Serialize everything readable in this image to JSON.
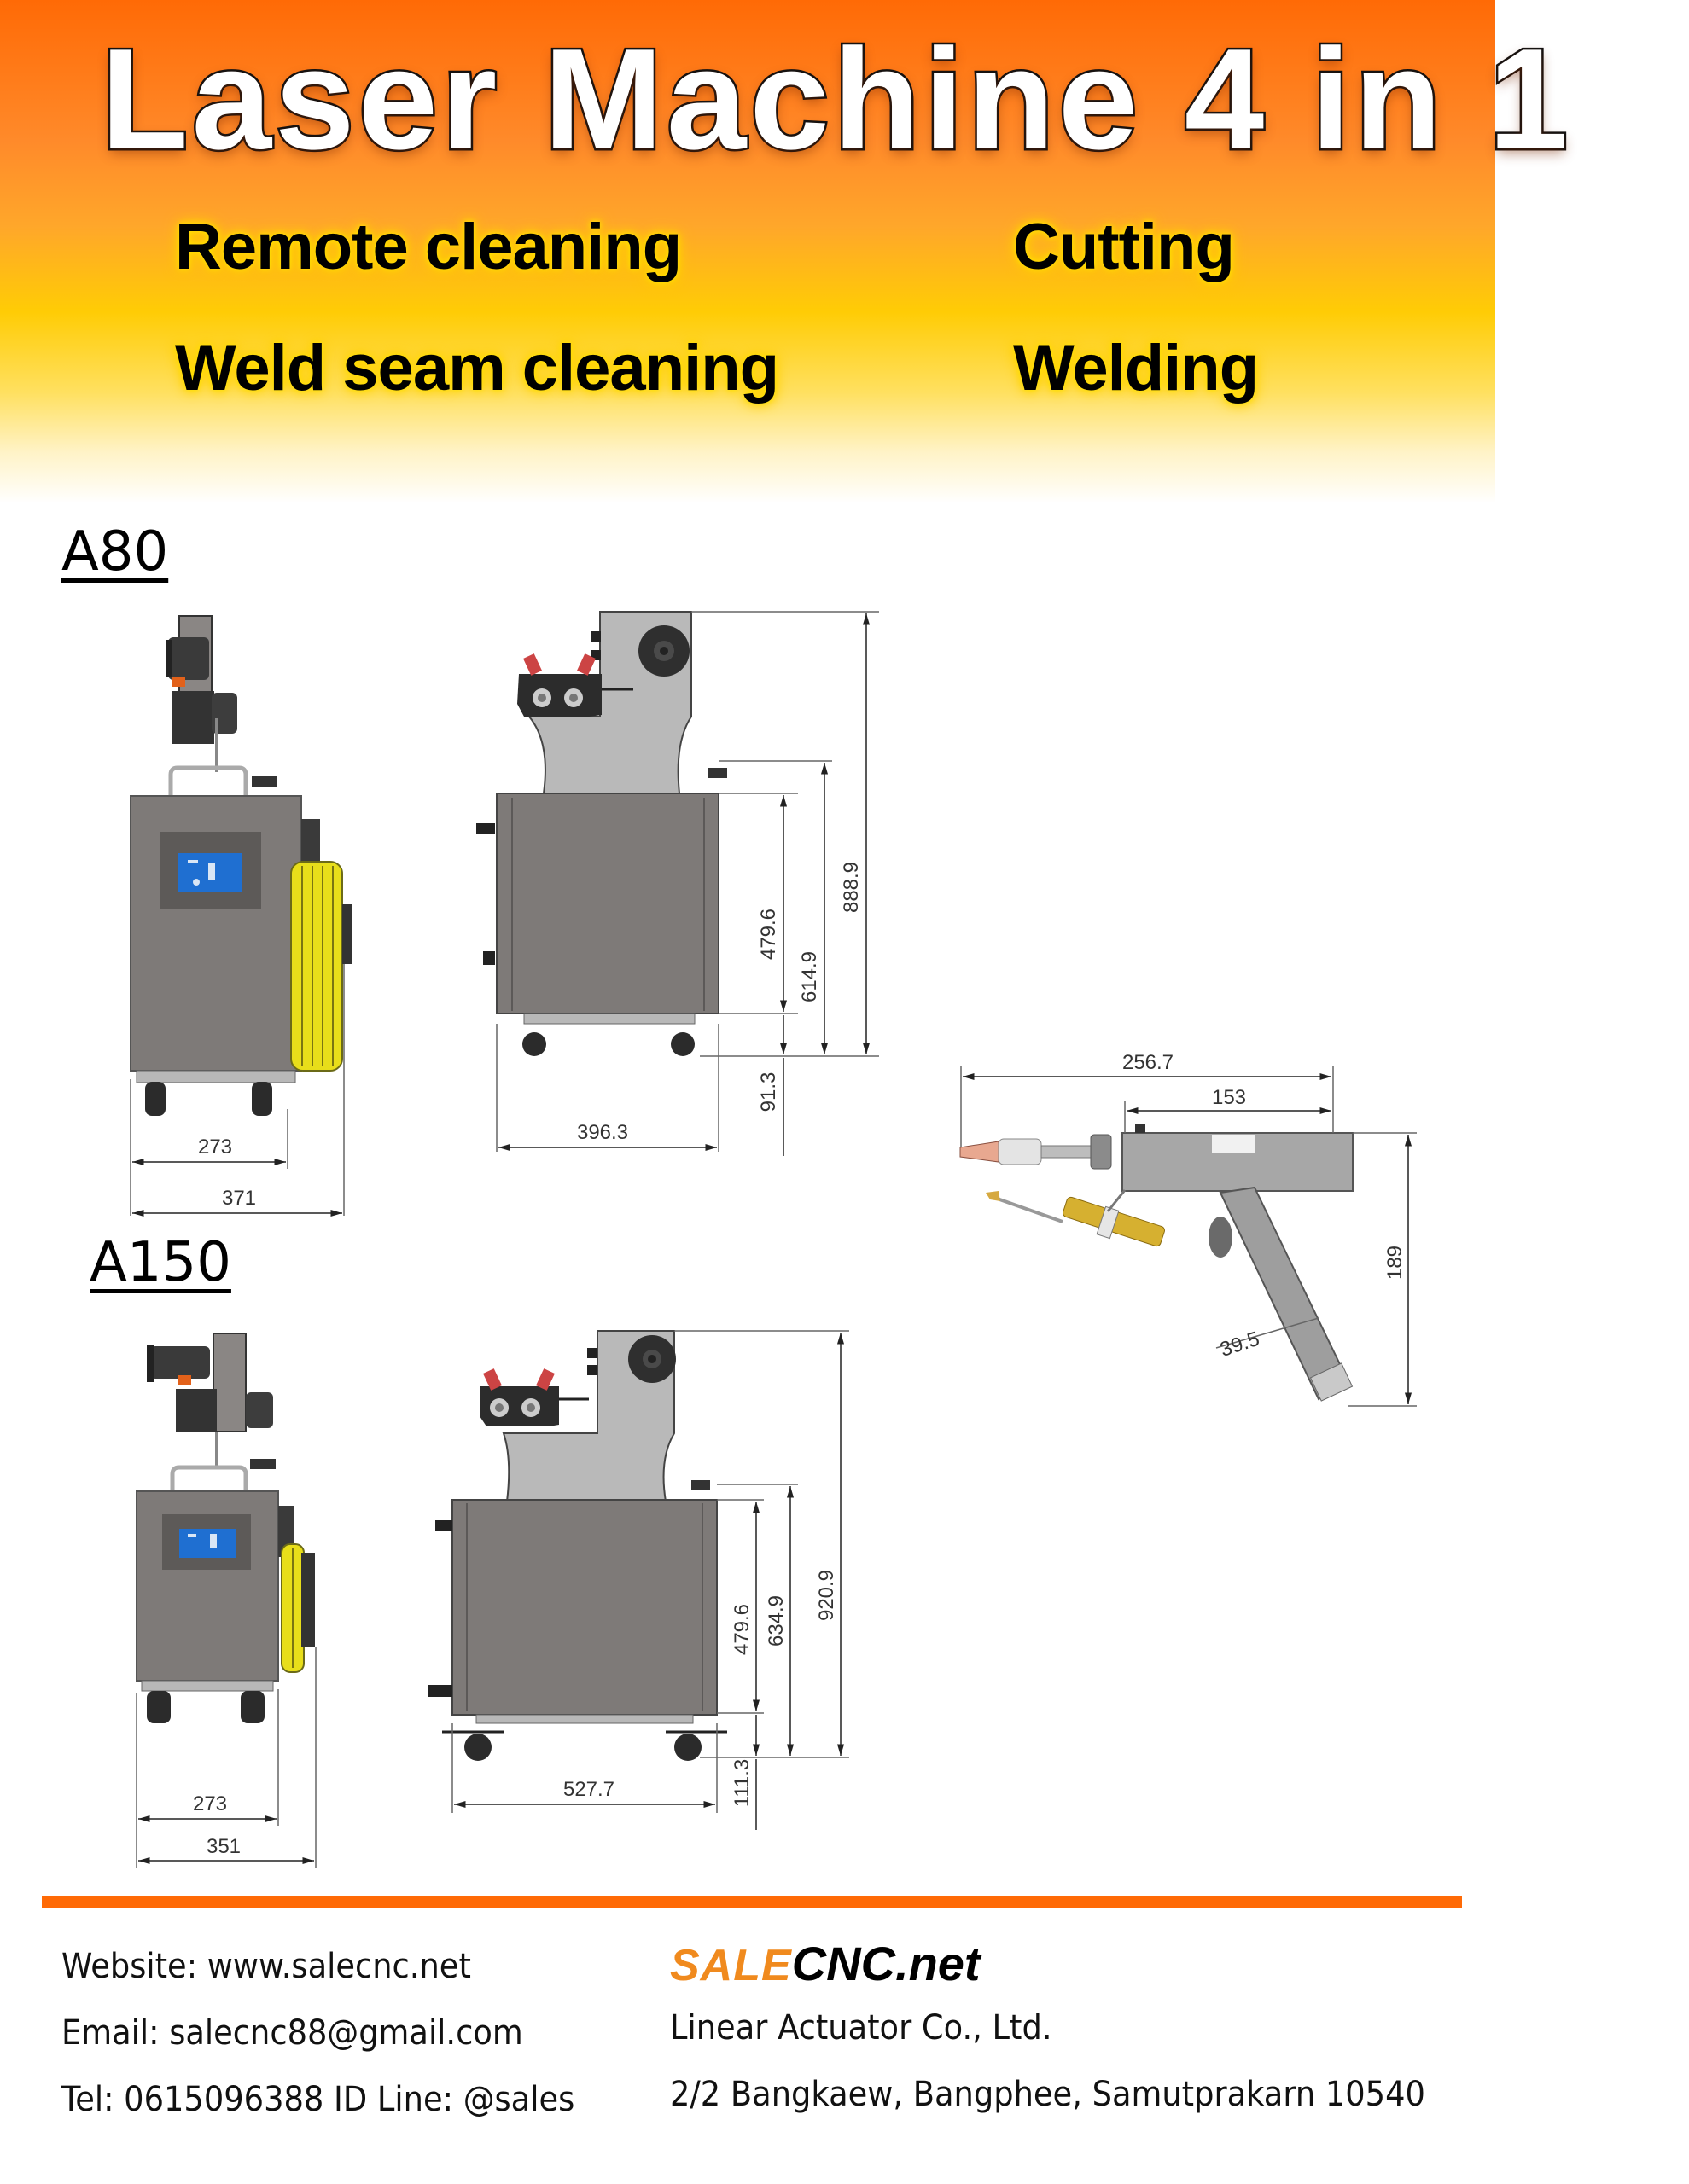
{
  "header": {
    "title": "Laser Machine 4 in 1",
    "features": [
      "Remote cleaning",
      "Cutting",
      "Weld seam cleaning",
      "Welding"
    ]
  },
  "colors": {
    "accent_orange": "#ff6a06",
    "gradient_top": "#ff6a06",
    "gradient_mid": "#ffcc05",
    "logo_orange": "#f08a1e",
    "machine_body": "#7e7a78",
    "panel_blue": "#1f6fd1",
    "hose_yellow": "#e8de1a"
  },
  "models": [
    {
      "name": "A80",
      "front_view": {
        "dims": {
          "width_inner": "273",
          "width_total": "371"
        }
      },
      "side_view": {
        "dims": {
          "width": "396.3",
          "body_height": "479.6",
          "base_height": "91.3",
          "top_height": "614.9",
          "overall_height": "888.9"
        }
      }
    },
    {
      "name": "A150",
      "front_view": {
        "dims": {
          "width_inner": "273",
          "width_total": "351"
        }
      },
      "side_view": {
        "dims": {
          "width": "527.7",
          "body_height": "479.6",
          "base_height": "111.3",
          "top_height": "634.9",
          "overall_height": "920.9"
        }
      }
    }
  ],
  "gun": {
    "dims": {
      "overall_length": "256.7",
      "body_length": "153",
      "height": "189",
      "grip_width": "39.5"
    }
  },
  "footer": {
    "website": "Website: www.salecnc.net",
    "email": "Email: salecnc88@gmail.com",
    "tel": "Tel: 0615096388  ID Line: @sales",
    "logo_sale": "SALE",
    "logo_cnc": "CNC.net",
    "company": "Linear Actuator Co., Ltd.",
    "address": "2/2 Bangkaew, Bangphee, Samutprakarn 10540"
  }
}
